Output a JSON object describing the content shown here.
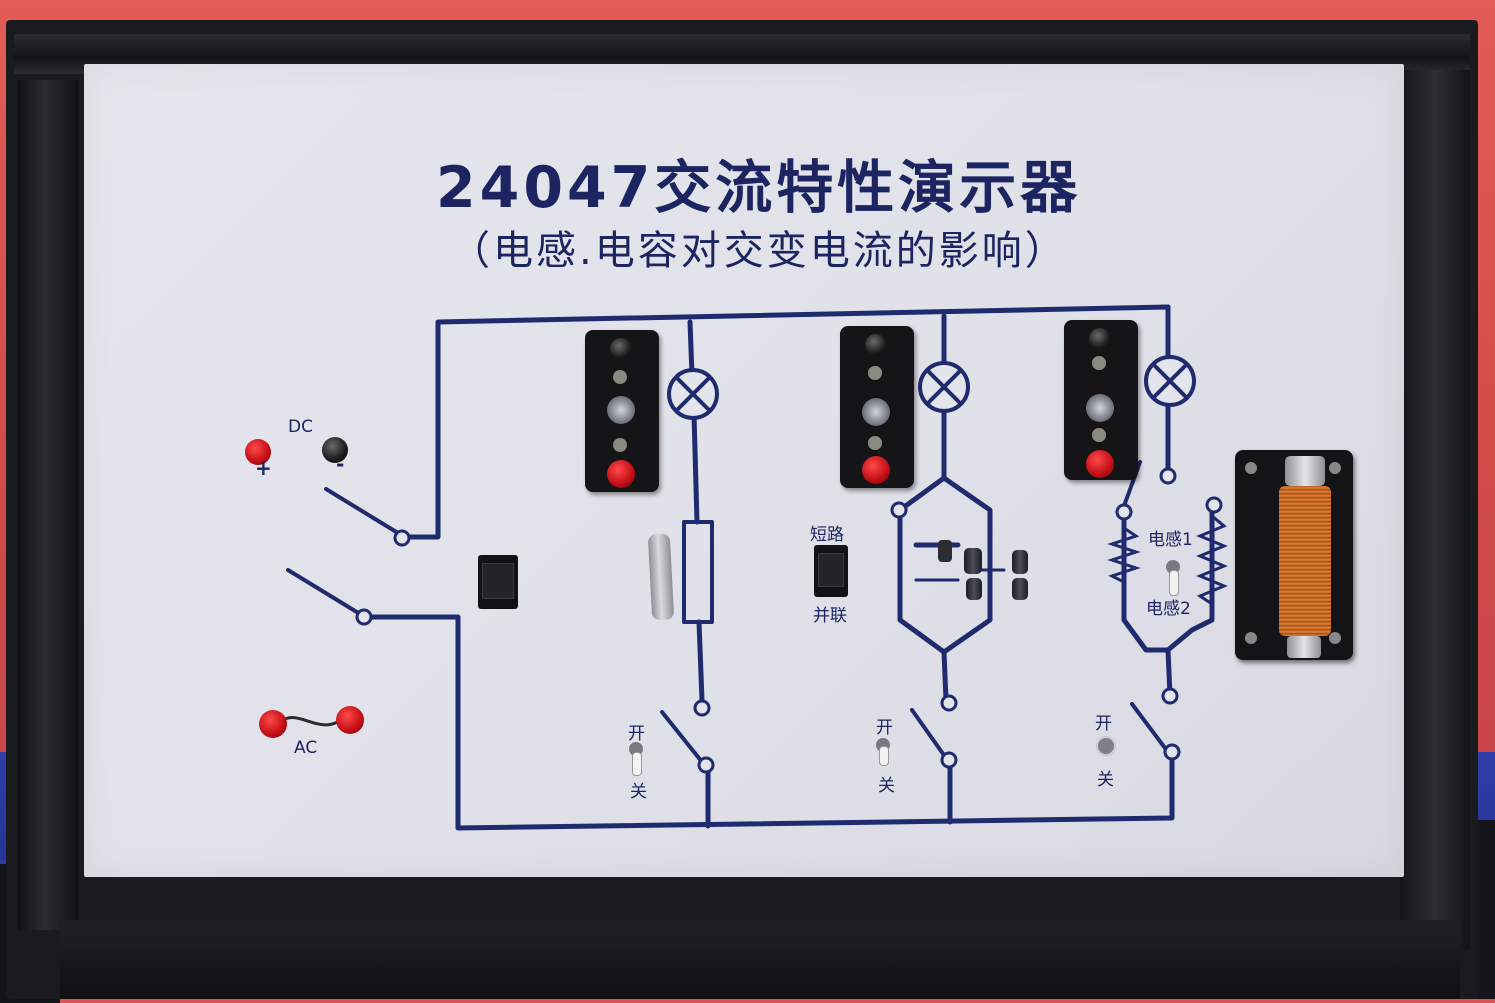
{
  "panel": {
    "title": "24047交流特性演示器",
    "subtitle": "（电感.电容对交变电流的影响）"
  },
  "labels": {
    "dc": "DC",
    "plus": "+",
    "minus": "-",
    "ac": "AC",
    "short_circuit": "短路",
    "parallel": "并联",
    "inductor1": "电感1",
    "inductor2": "电感2",
    "on": "开",
    "off": "关"
  },
  "colors": {
    "trace": "#1f2b6e",
    "panel": "#e3e4ec",
    "terminal_red": "#d0121a"
  }
}
